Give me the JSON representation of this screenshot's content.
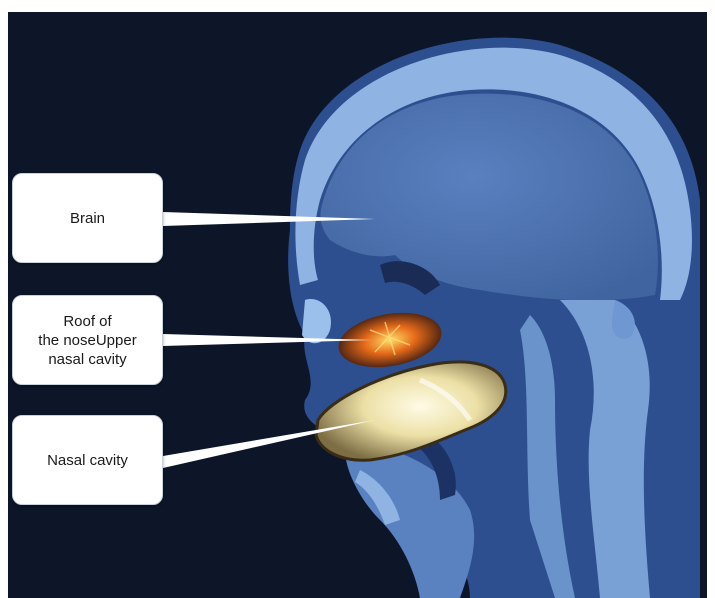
{
  "image": {
    "subject": "sagittal-head-ct-scan"
  },
  "labels": {
    "brain": "Brain",
    "roof_line1": "Roof of",
    "roof_line2": "the noseUpper",
    "roof_line3": "nasal cavity",
    "nasal_cavity": "Nasal cavity"
  },
  "colors": {
    "background": "#0c1628",
    "tissue_soft": "#3a5fa0",
    "bone": "#8fb3e3",
    "brain": "#4e74b4",
    "hot_spot": "#e06a1c",
    "tracer": "#f2e7b3"
  }
}
